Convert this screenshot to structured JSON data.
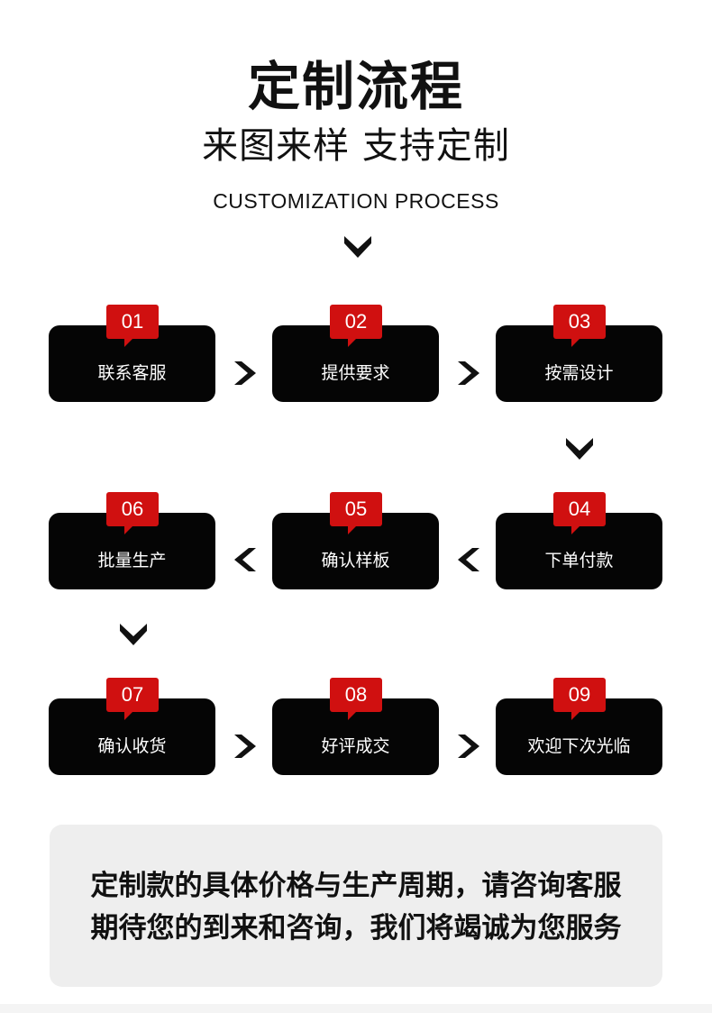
{
  "header": {
    "title": "定制流程",
    "subtitle": "来图来样 支持定制",
    "english": "CUSTOMIZATION PROCESS"
  },
  "steps": [
    {
      "number": "01",
      "label": "联系客服"
    },
    {
      "number": "02",
      "label": "提供要求"
    },
    {
      "number": "03",
      "label": "按需设计"
    },
    {
      "number": "04",
      "label": "下单付款"
    },
    {
      "number": "05",
      "label": "确认样板"
    },
    {
      "number": "06",
      "label": "批量生产"
    },
    {
      "number": "07",
      "label": "确认收货"
    },
    {
      "number": "08",
      "label": "好评成交"
    },
    {
      "number": "09",
      "label": "欢迎下次光临"
    }
  ],
  "note": {
    "line1": "定制款的具体价格与生产周期，请咨询客服",
    "line2": "期待您的到来和咨询，我们将竭诚为您服务"
  },
  "colors": {
    "badge": "#d01010",
    "card": "#050505",
    "note_bg": "#eeeeee"
  },
  "icons": [
    "chevron-down-icon",
    "chevron-right-icon",
    "chevron-left-icon"
  ]
}
